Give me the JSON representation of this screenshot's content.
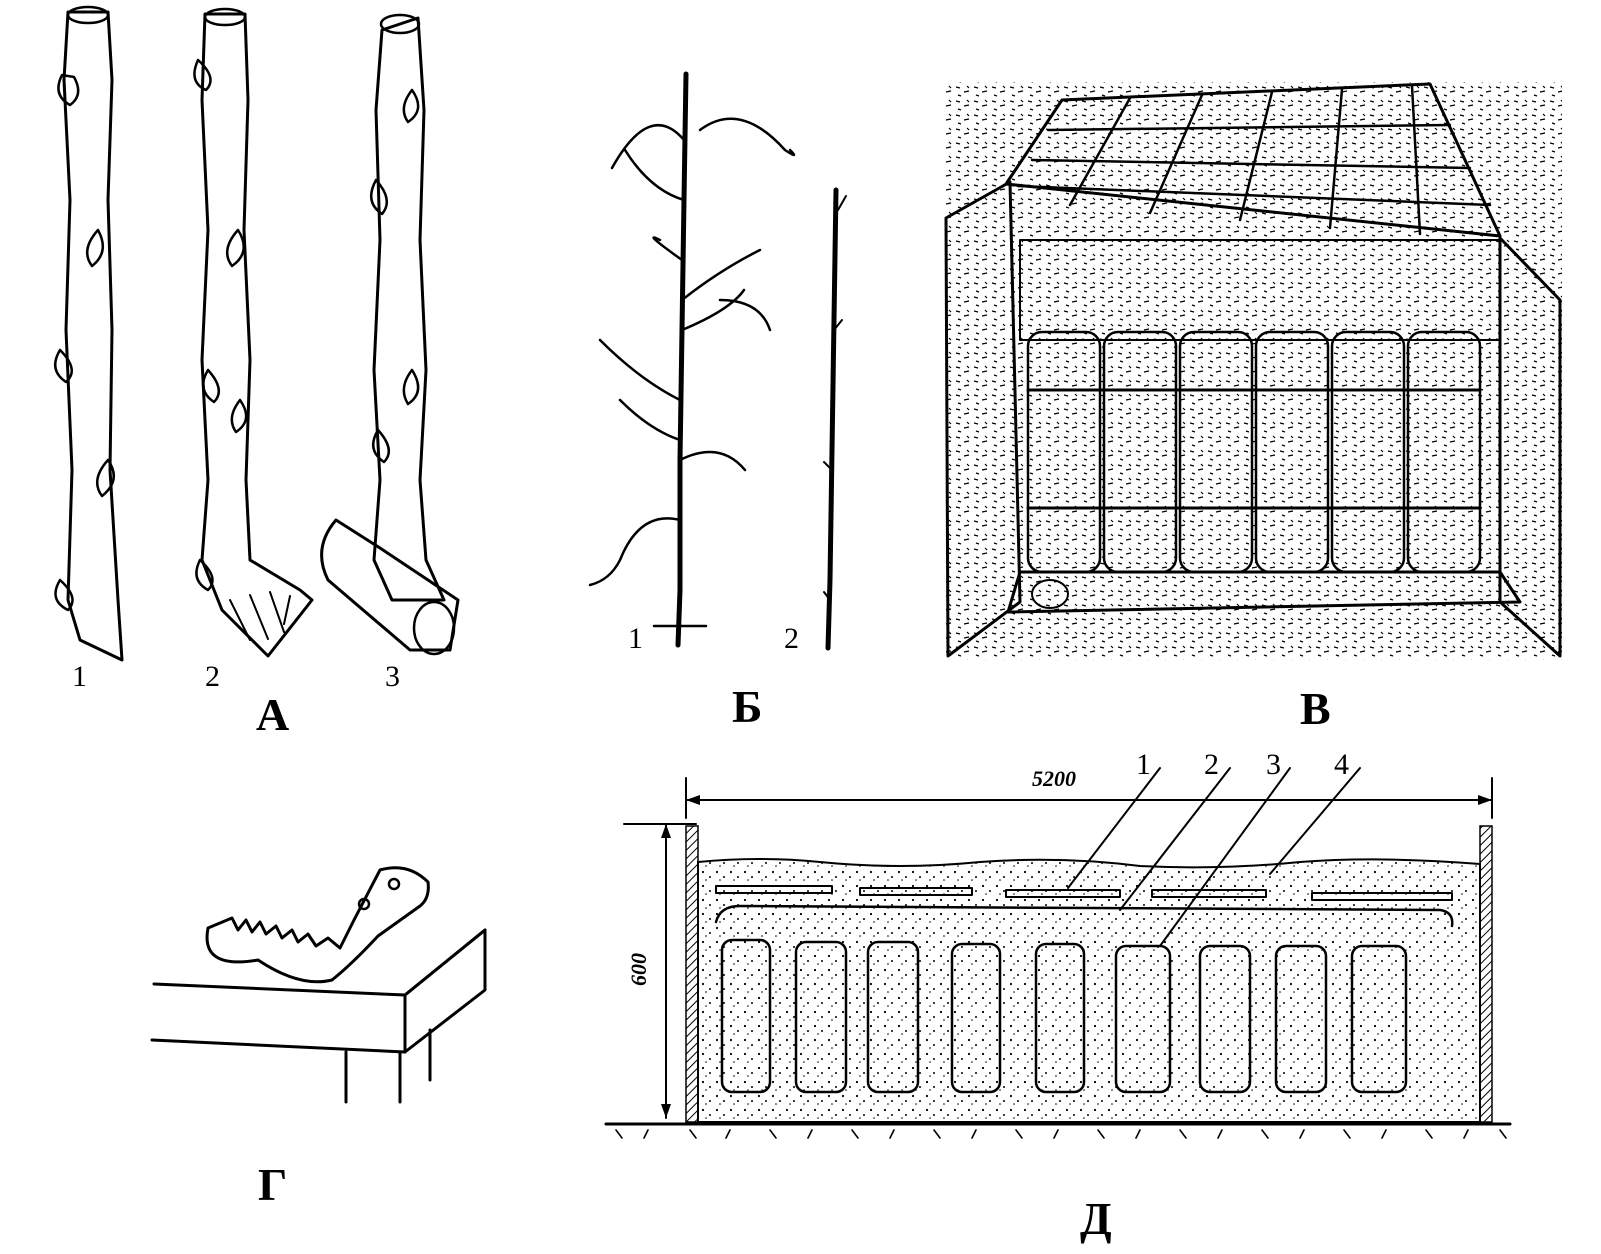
{
  "panels": {
    "a": {
      "letter": "А",
      "items": [
        "1",
        "2",
        "3"
      ]
    },
    "b": {
      "letter": "Б",
      "items": [
        "1",
        "2"
      ]
    },
    "v": {
      "letter": "В"
    },
    "g": {
      "letter": "Г"
    },
    "d": {
      "letter": "Д",
      "layers": [
        "1",
        "2",
        "3",
        "4"
      ],
      "width_dim": "5200",
      "height_dim": "600"
    }
  }
}
